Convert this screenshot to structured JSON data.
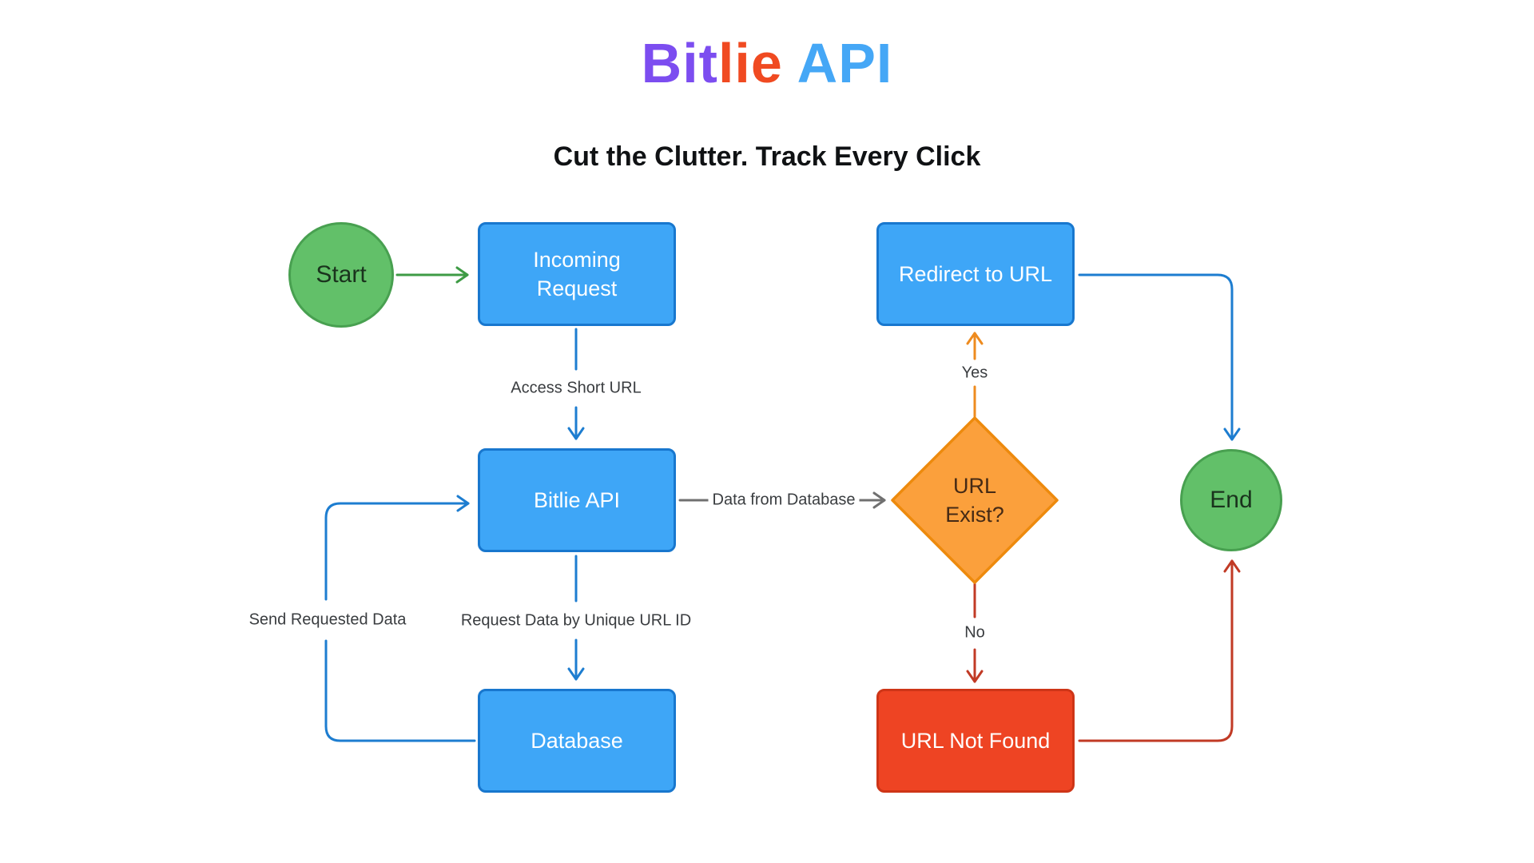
{
  "header": {
    "title_parts": [
      {
        "text": "Bit",
        "color": "#7C4DF0"
      },
      {
        "text": "lie",
        "color": "#F04A21"
      },
      {
        "text": " API",
        "color": "#45A7F6"
      }
    ],
    "subtitle": "Cut the Clutter. Track Every Click"
  },
  "nodes": {
    "start": {
      "label": "Start",
      "shape": "circle"
    },
    "incoming_request": {
      "lines": [
        "Incoming",
        "Request"
      ],
      "shape": "rect"
    },
    "bitlie_api": {
      "label": "Bitlie API",
      "shape": "rect"
    },
    "database": {
      "label": "Database",
      "shape": "rect"
    },
    "url_exist": {
      "lines": [
        "URL",
        "Exist?"
      ],
      "shape": "diamond"
    },
    "redirect_to_url": {
      "label": "Redirect to URL",
      "shape": "rect"
    },
    "url_not_found": {
      "label": "URL Not Found",
      "shape": "rect"
    },
    "end": {
      "label": "End",
      "shape": "circle"
    }
  },
  "edges": [
    {
      "from": "start",
      "to": "incoming_request",
      "label": "",
      "color": "#3E9B45"
    },
    {
      "from": "incoming_request",
      "to": "bitlie_api",
      "label": "Access Short URL",
      "color": "#1D7DD0"
    },
    {
      "from": "bitlie_api",
      "to": "database",
      "label": "Request Data by Unique URL ID",
      "color": "#1D7DD0"
    },
    {
      "from": "database",
      "to": "bitlie_api",
      "label": "Send Requested Data",
      "color": "#1D7DD0"
    },
    {
      "from": "bitlie_api",
      "to": "url_exist",
      "label": "Data from Database",
      "color": "#707070"
    },
    {
      "from": "url_exist",
      "to": "redirect_to_url",
      "label": "Yes",
      "color": "#EE8B1F"
    },
    {
      "from": "url_exist",
      "to": "url_not_found",
      "label": "No",
      "color": "#C13A25"
    },
    {
      "from": "redirect_to_url",
      "to": "end",
      "label": "",
      "color": "#1D7DD0"
    },
    {
      "from": "url_not_found",
      "to": "end",
      "label": "",
      "color": "#C13A25"
    }
  ],
  "palette": {
    "node_blue_fill": "#3EA6F7",
    "node_blue_border": "#1877CE",
    "node_green_fill": "#62C069",
    "node_green_border": "#48A050",
    "node_orange_fill": "#FBA03C",
    "node_orange_border": "#ED8A0D",
    "node_red_fill": "#EE4423",
    "node_red_border": "#CE3517",
    "edge_blue": "#1D7DD0",
    "edge_green": "#3E9B45",
    "edge_gray": "#707070",
    "edge_orange": "#EE8B1F",
    "edge_red": "#C13A25",
    "edge_label_text": "#3A3D40"
  }
}
